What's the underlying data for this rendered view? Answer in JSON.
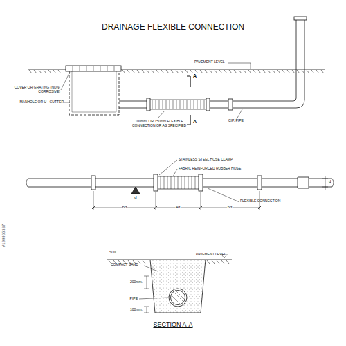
{
  "diagram": {
    "title": "DRAINAGE FLEXIBLE CONNECTION",
    "caption": "SECTION A-A",
    "labels": [
      "PAVEMENT LEVEL",
      "A",
      "A",
      "COVER OR GRATING (NON-CORROSIVE)",
      "MANHOLE OR U - GUTTER",
      "100mm. OR 150mm.FLEXIBLE CONNECTION OR AS SPECIFIED",
      "CIP. PIPE",
      "STAINLESS STEEL HOSE CLAMP",
      "FABRIC REINFORCED RUBBER HOSE",
      "d",
      "d",
      "6d",
      "4d",
      "6d",
      "FLEXIBLE CONNECTION",
      "SOIL",
      "COMPACT SAND",
      "PAVEMENT LEVEL",
      "200mm.",
      "PIPE",
      "100mm.",
      "#199965337"
    ]
  }
}
